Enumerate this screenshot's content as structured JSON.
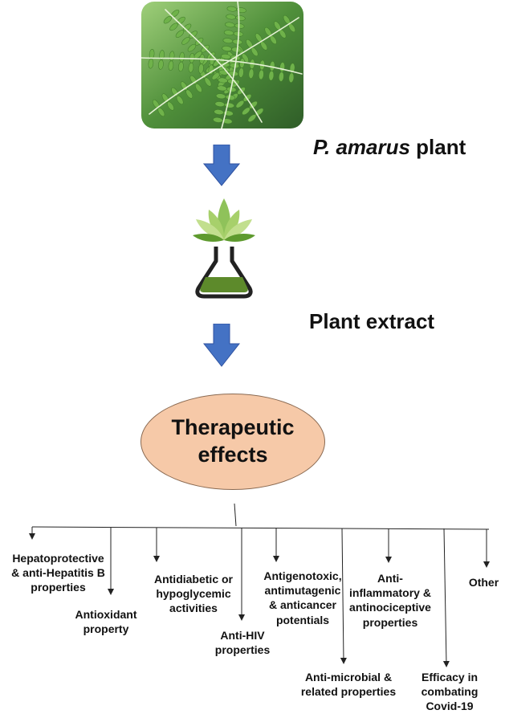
{
  "plant": {
    "name_italic": "P. amarus",
    "name_rest": "plant"
  },
  "extract": {
    "label": "Plant extract"
  },
  "therapeutic": {
    "line1": "Therapeutic",
    "line2": "effects"
  },
  "effects": [
    {
      "id": "hepatoprotective",
      "lines": [
        "Hepatoprotective",
        "& anti-Hepatitis B",
        "properties"
      ]
    },
    {
      "id": "antioxidant",
      "lines": [
        "Antioxidant",
        "property"
      ]
    },
    {
      "id": "antidiabetic",
      "lines": [
        "Antidiabetic or",
        "hypoglycemic",
        "activities"
      ]
    },
    {
      "id": "anti-hiv",
      "lines": [
        "Anti-HIV",
        "properties"
      ]
    },
    {
      "id": "antigenotoxic",
      "lines": [
        "Antigenotoxic,",
        "antimutagenic",
        "& anticancer",
        "potentials"
      ]
    },
    {
      "id": "anti-microbial",
      "lines": [
        "Anti-microbial &",
        "related properties"
      ]
    },
    {
      "id": "anti-inflammatory",
      "lines": [
        "Anti-",
        "inflammatory &",
        "antinociceptive",
        "properties"
      ]
    },
    {
      "id": "covid",
      "lines": [
        "Efficacy in",
        "combating",
        "Covid-19"
      ]
    },
    {
      "id": "other",
      "lines": [
        "Other"
      ]
    }
  ],
  "colors": {
    "arrow": "#4472c4",
    "oval_fill": "#f6c9a8",
    "liquid": "#5d8a2b",
    "leaf_light": "#a7d06b",
    "leaf_dark": "#5e9a2e"
  }
}
